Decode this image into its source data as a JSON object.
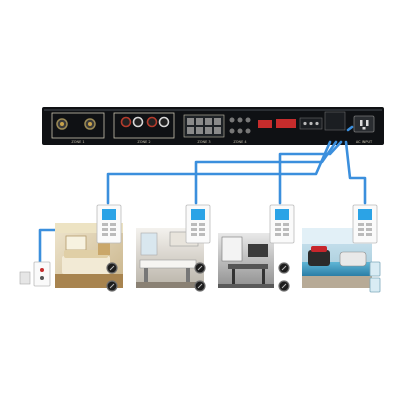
{
  "amplifier": {
    "terminal_labels": [
      "ZONE 1",
      "ZONE 2",
      "ZONE 3",
      "ZONE 4"
    ],
    "power_label": "AC INPUT",
    "body_color": "#0f1114",
    "accent_color": "#c9c2ae"
  },
  "cable_color": "#3b8fdd",
  "rooms": [
    {
      "name": "bedroom",
      "keypad_screen": "#2ba3e6"
    },
    {
      "name": "kitchen",
      "keypad_screen": "#2ba3e6"
    },
    {
      "name": "office",
      "keypad_screen": "#2ba3e6"
    },
    {
      "name": "patio",
      "keypad_screen": "#2ba3e6"
    }
  ]
}
